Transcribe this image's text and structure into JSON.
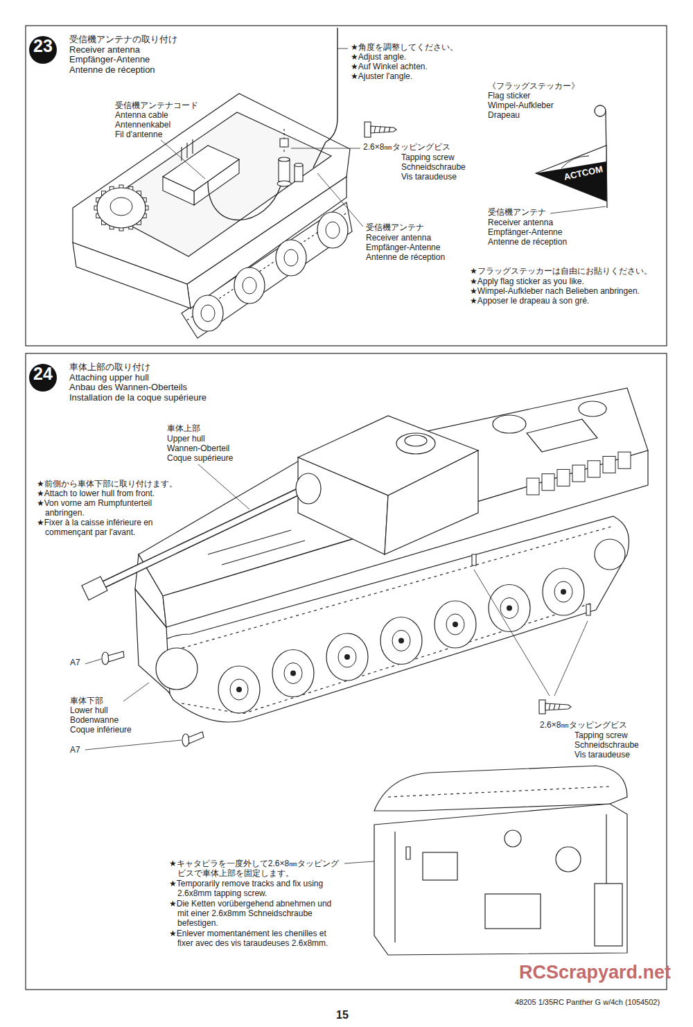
{
  "diagram": {
    "nodes": [
      {
        "text": [
          "23",
          "受信機アンテナの取り付け",
          "Receiver antenna",
          "Empfänger-Antenne",
          "Antenne de réception"
        ]
      },
      {
        "text": [
          "ACTCOM"
        ]
      },
      {
        "text": [
          "24",
          "車体上部の取り付け",
          "Attaching upper hull",
          "Anbau des Wannen-Oberteils",
          "Installation de la coque supérieure"
        ]
      }
    ],
    "labels": [
      "★角度を調整してください。",
      "★Adjust angle.",
      "★Auf Winkel achten.",
      "★Ajuster l'angle.",
      "受信機アンテナコード",
      "Antenna cable",
      "Antennenkabel",
      "Fil d'antenne",
      "2.6×8㎜タッピングビス",
      "Tapping screw",
      "Schneidschraube",
      "Vis taraudeuse",
      "受信機アンテナ",
      "Receiver antenna",
      "Empfänger-Antenne",
      "Antenne de réception",
      "《フラッグステッカー》",
      "Flag sticker",
      "Wimpel-Aufkleber",
      "Drapeau",
      "受信機アンテナ",
      "Receiver antenna",
      "Empfänger-Antenne",
      "Antenne de réception",
      "★フラッグステッカーは自由にお貼りください。",
      "★Apply flag sticker as you like.",
      "★Wimpel-Aufkleber nach Belieben anbringen.",
      "★Apposer le drapeau à son gré.",
      "車体上部",
      "Upper hull",
      "Wannen-Oberteil",
      "Coque supérieure",
      "★前側から車体下部に取り付けます。",
      "★Attach to lower hull from front.",
      "★Von vorne am Rumpfunterteil",
      "anbringen.",
      "★Fixer à la caisse inférieure en",
      "commençant par l'avant.",
      "A7",
      "車体下部",
      "Lower hull",
      "Bodenwanne",
      "Coque inférieure",
      "A7",
      "2.6×8㎜タッピングビス",
      "Tapping screw",
      "Schneidschraube",
      "Vis taraudeuse",
      "★キャタピラを一度外して2.6×8㎜タッピング",
      "ビスで車体上部を固定します。",
      "★Temporarily remove tracks and fix using",
      "2.6x8mm tapping screw.",
      "★Die Ketten vorübergehend abnehmen und",
      "mit einer 2.6x8mm Schneidschraube",
      "befestigen.",
      "★Enlever momentanément les chenilles et",
      "fixer avec des vis taraudeuses 2.6x8mm.",
      "RCScrapyard.net",
      "48205 1/35RC Panther G w/4ch (1054502)",
      "15"
    ]
  }
}
